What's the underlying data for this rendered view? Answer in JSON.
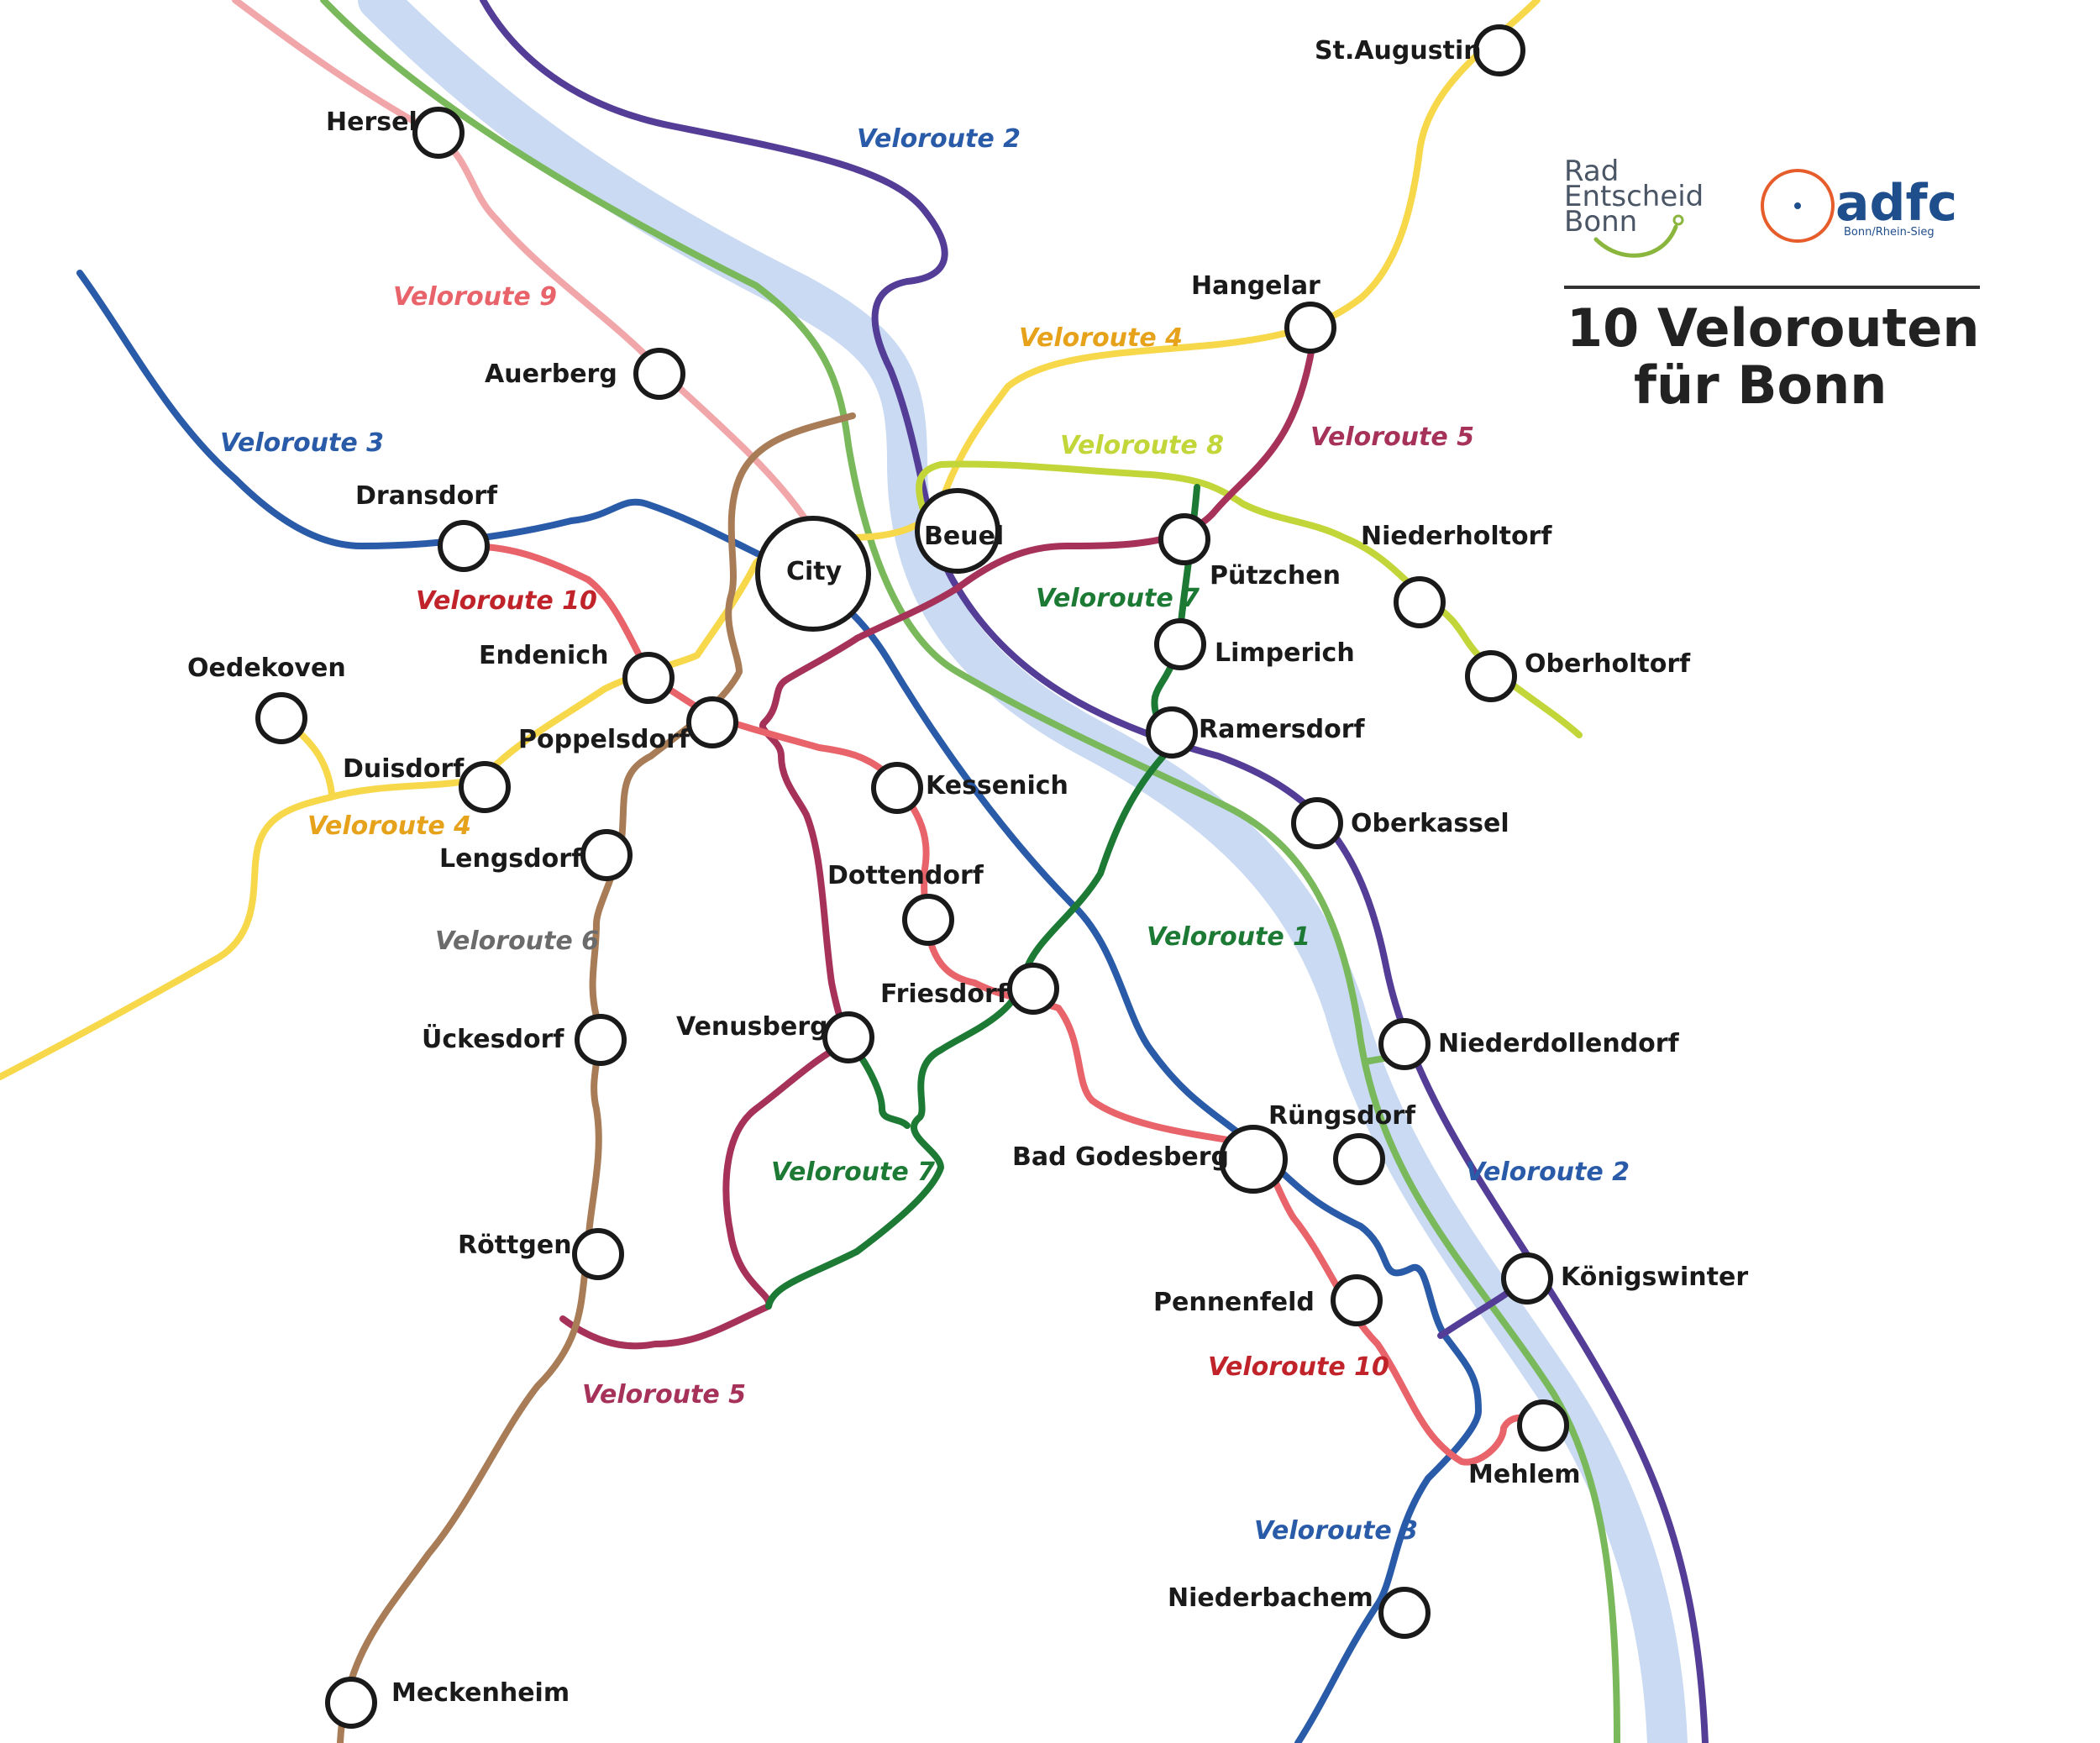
{
  "colors": {
    "rhine": "#c9daf2",
    "r1": "#7ab95b",
    "r2": "#543d96",
    "r3": "#2a5ba8",
    "r4": "#f7d84a",
    "r5": "#a6325a",
    "r6": "#a87c57",
    "r7": "#1c7a35",
    "r8": "#c2d63a",
    "r9": "#f1a7aa",
    "r10": "#e8646a"
  },
  "logos": {
    "radentscheid": [
      "Rad",
      "Entscheid",
      "Bonn"
    ],
    "adfc": "adfc",
    "adfc_sub": "Bonn/Rhein-Sieg"
  },
  "title": {
    "line1": "10 Velorouten",
    "line2": "für Bonn"
  },
  "route_labels": {
    "v1": "Veloroute 1",
    "v2a": "Veloroute 2",
    "v2b": "Veloroute 2",
    "v3a": "Veloroute 3",
    "v3b": "Veloroute 3",
    "v4a": "Veloroute 4",
    "v4b": "Veloroute 4",
    "v5a": "Veloroute 5",
    "v5b": "Veloroute 5",
    "v6": "Veloroute 6",
    "v7a": "Veloroute 7",
    "v7b": "Veloroute 7",
    "v8": "Veloroute 8",
    "v9": "Veloroute 9",
    "v10a": "Veloroute 10",
    "v10b": "Veloroute 10"
  },
  "stations": {
    "staugustin": "St.Augustin",
    "hersel": "Hersel",
    "hangelar": "Hangelar",
    "auerberg": "Auerberg",
    "dransdorf": "Dransdorf",
    "city": "City",
    "beuel": "Beuel",
    "niederholtorf": "Niederholtorf",
    "puetzchen": "Pützchen",
    "limperich": "Limperich",
    "oberholtorf": "Oberholtorf",
    "endenich": "Endenich",
    "oedekoven": "Oedekoven",
    "poppelsdorf": "Poppelsdorf",
    "ramersdorf": "Ramersdorf",
    "duisdorf": "Duisdorf",
    "kessenich": "Kessenich",
    "oberkassel": "Oberkassel",
    "lengsdorf": "Lengsdorf",
    "dottendorf": "Dottendorf",
    "friesdorf": "Friesdorf",
    "venusberg": "Venusberg",
    "ueckesdorf": "Ückesdorf",
    "niederdollendorf": "Niederdollendorf",
    "ruengsdorf": "Rüngsdorf",
    "badgodesberg": "Bad Godesberg",
    "roettgen": "Röttgen",
    "koenigswinter": "Königswinter",
    "pennenfeld": "Pennenfeld",
    "mehlem": "Mehlem",
    "niederbachem": "Niederbachem",
    "meckenheim": "Meckenheim"
  }
}
